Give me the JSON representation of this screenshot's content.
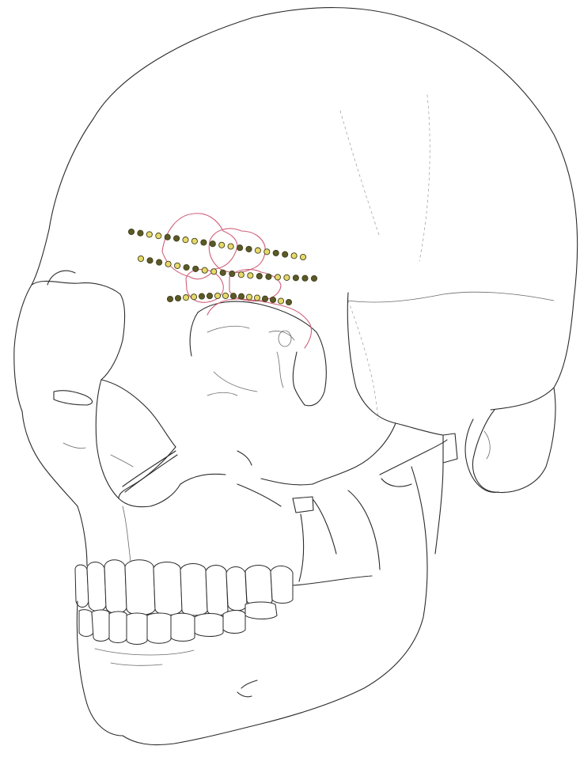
{
  "figure": {
    "subject": "skull-with-electrode-arrays",
    "colors": {
      "outline": "#2b2b2b",
      "gyrus_outline": "#d0607a",
      "electrode_dark": "#5b5a28",
      "electrode_light": "#e7d96b",
      "electrode_stroke": "#3e3d18",
      "background": "#ffffff"
    },
    "electrode_strips": [
      {
        "id": "strip-upper",
        "contacts": 20,
        "pattern": [
          "dark",
          "dark",
          "light",
          "light",
          "dark",
          "dark",
          "light",
          "light",
          "dark",
          "dark",
          "light",
          "light",
          "dark",
          "dark",
          "light",
          "light",
          "dark",
          "dark",
          "light",
          "light"
        ]
      },
      {
        "id": "strip-middle",
        "contacts": 20,
        "pattern": [
          "light",
          "dark",
          "dark",
          "light",
          "light",
          "dark",
          "dark",
          "light",
          "light",
          "dark",
          "dark",
          "light",
          "light",
          "dark",
          "dark",
          "light",
          "light",
          "dark",
          "dark",
          "dark"
        ]
      },
      {
        "id": "strip-lower",
        "contacts": 16,
        "pattern": [
          "dark",
          "dark",
          "light",
          "light",
          "dark",
          "dark",
          "light",
          "light",
          "dark",
          "dark",
          "light",
          "light",
          "dark",
          "dark",
          "light",
          "dark"
        ]
      }
    ],
    "icons": [
      "skull-outline",
      "brain-gyrus-outline",
      "electrode-contact"
    ]
  }
}
